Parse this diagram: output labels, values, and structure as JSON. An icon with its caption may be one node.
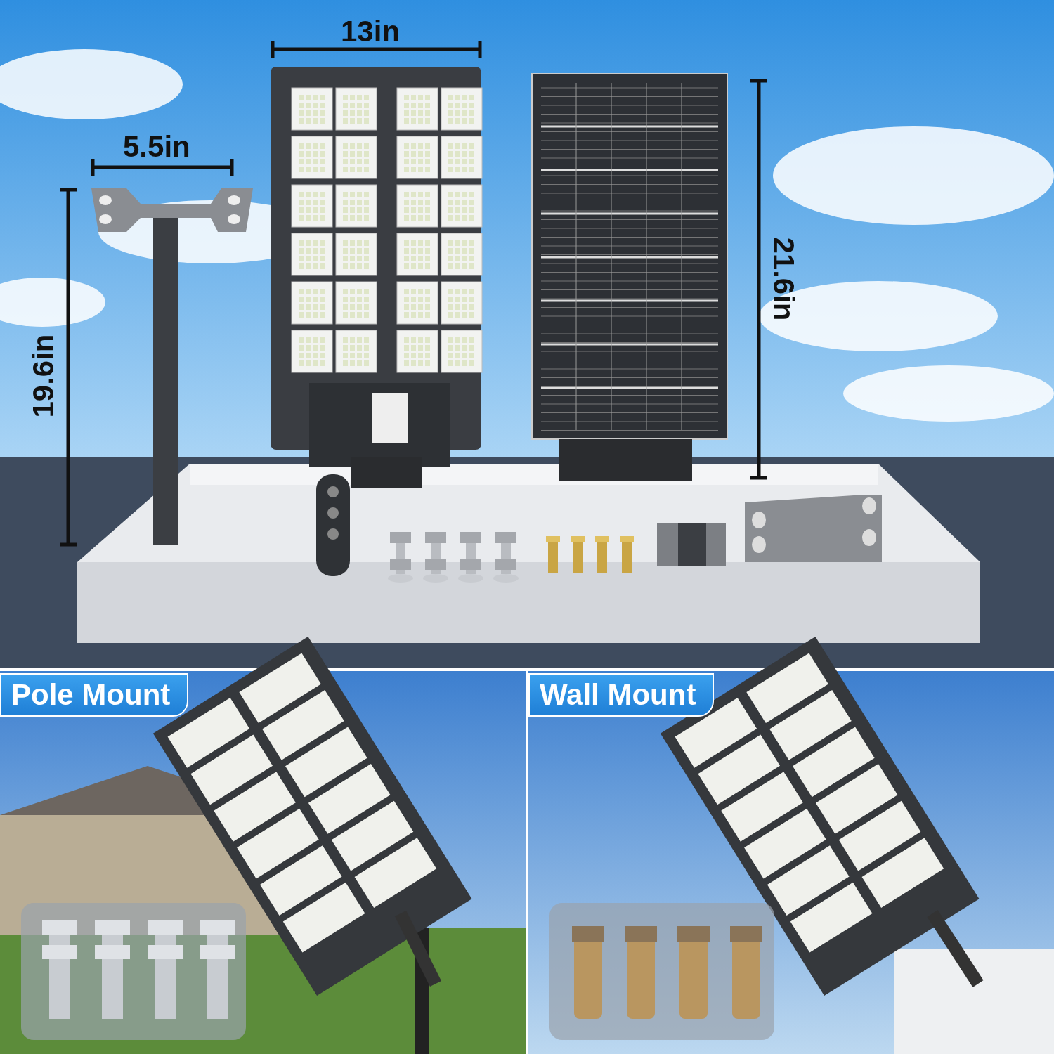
{
  "diagram": {
    "labels": [
      "13in",
      "5.5in",
      "19.6in",
      "21.6in",
      "Pole Mount",
      "Wall Mount"
    ]
  }
}
